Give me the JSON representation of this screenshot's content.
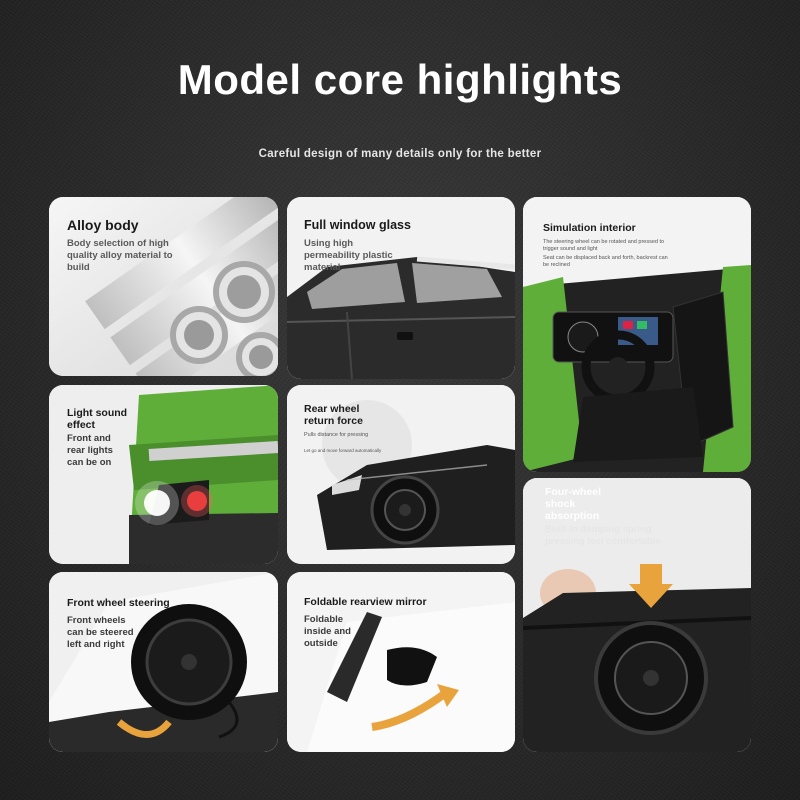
{
  "title": "Model core highlights",
  "subtitle": "Careful design of many details only for the better",
  "cards": {
    "alloy": {
      "title": "Alloy body",
      "desc": "Body selection of high quality alloy material to build"
    },
    "glass": {
      "title": "Full window glass",
      "desc": "Using high permeability plastic material"
    },
    "interior": {
      "title": "Simulation interior",
      "desc": "The steering wheel can be rotated and pressed to trigger sound and light",
      "desc2": "Seat can be displaced back and forth, backrest can be reclined"
    },
    "sound": {
      "title": "Light sound effect",
      "desc": "Front and rear lights can be on"
    },
    "rearwheel": {
      "title": "Rear wheel return force",
      "desc": "Pulls distance for pressing",
      "desc2": "Let go and move forward automatically"
    },
    "shock": {
      "title": "Four-wheel shock absorption",
      "desc": "Built-in damping spring pressing feel comfortable"
    },
    "steering": {
      "title": "Front wheel steering",
      "desc": "Front wheels can be steered left and right"
    },
    "mirror": {
      "title": "Foldable rearview mirror",
      "desc": "Foldable inside and outside"
    }
  },
  "colors": {
    "accent_orange": "#e8a33c",
    "car_green": "#5fae3a",
    "card_bg": "#f0f0f0"
  }
}
